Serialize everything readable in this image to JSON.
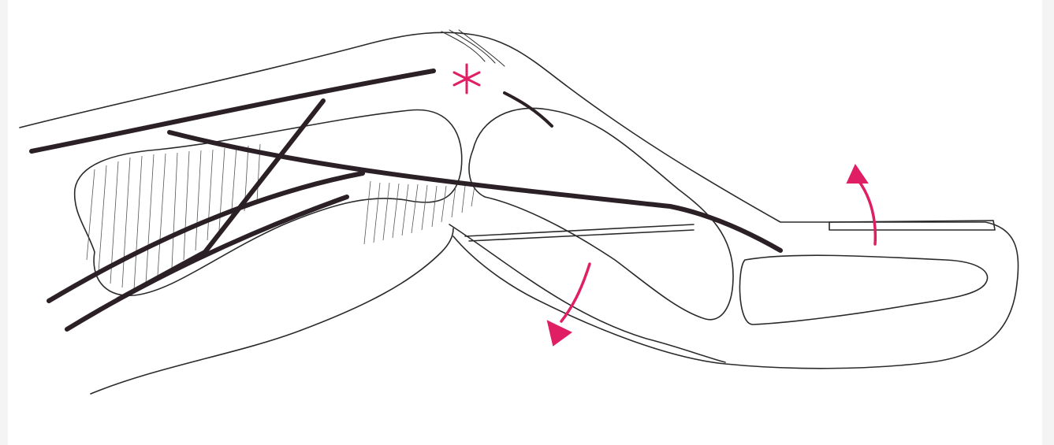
{
  "illustration": {
    "subject": "finger-joint-sketch",
    "ink_color": "#2a2a2a",
    "tendon_color": "#2b2025",
    "accent_color": "#e01e63"
  },
  "markers": [
    {
      "name": "injury-star",
      "symbol": "asterisk"
    },
    {
      "name": "distal-arrow-up",
      "symbol": "curved-arrow"
    },
    {
      "name": "middle-arrow-down",
      "symbol": "curved-arrow"
    }
  ]
}
